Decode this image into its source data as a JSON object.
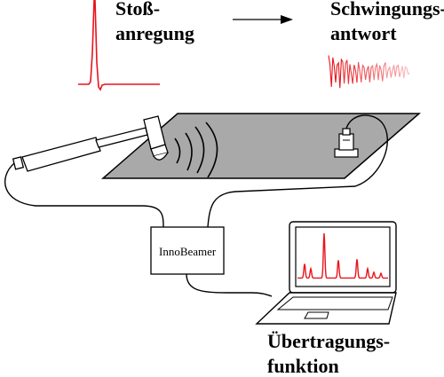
{
  "labels": {
    "impulse_line1": "Stoß-",
    "impulse_line2": "anregung",
    "response_line1": "Schwingungs-",
    "response_line2": "antwort",
    "transfer_line1": "Übertragungs-",
    "transfer_line2": "funktion",
    "device": "InnoBeamer"
  },
  "colors": {
    "signal": "#e8141c",
    "line": "#000000",
    "plate": "#a9a9a9"
  },
  "icons": {
    "arrow": "right-arrow-icon",
    "hammer": "impact-hammer-icon",
    "sensor": "accelerometer-icon",
    "laptop": "laptop-icon"
  }
}
